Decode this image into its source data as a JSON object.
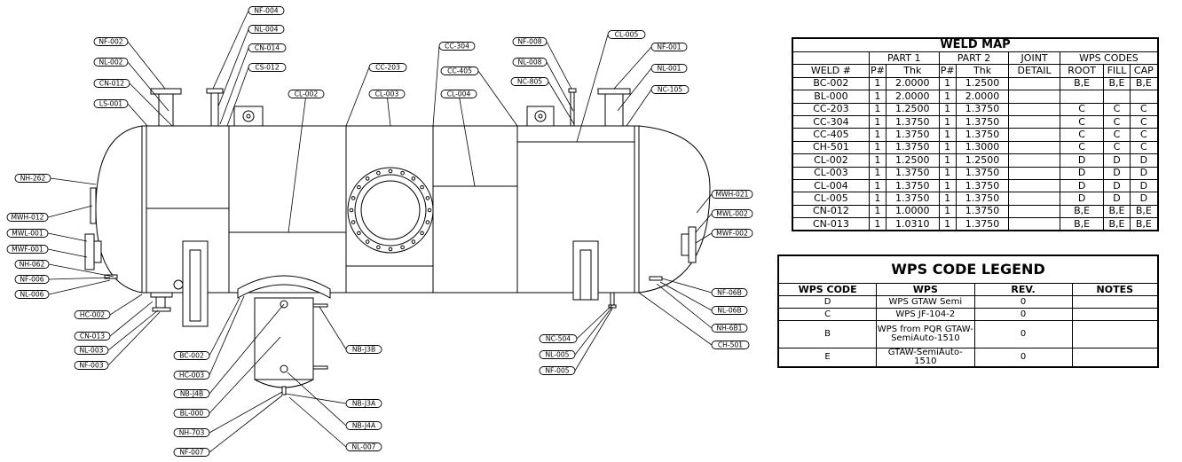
{
  "tags": {
    "nf004": "NF-004",
    "nl004": "NL-004",
    "cn014": "CN-014",
    "cs012": "CS-012",
    "nf002": "NF-002",
    "nl002": "NL-002",
    "cn012": "CN-012",
    "ls001": "LS-001",
    "cc304": "CC-304",
    "cc203": "CC-203",
    "cc405": "CC-405",
    "cl002": "CL-002",
    "cl003": "CL-003",
    "cl004": "CL-004",
    "nf008": "NF-008",
    "nl008": "NL-008",
    "nc805": "NC-805",
    "cl005": "CL-005",
    "nf001": "NF-001",
    "nl001": "NL-001",
    "nc105": "NC-105",
    "nh262": "NH-262",
    "mwh012": "MWH-012",
    "mwl001": "MWL-001",
    "mwf001": "MWF-001",
    "nh062": "NH-062",
    "nf006": "NF-006",
    "nl006": "NL-006",
    "hc002": "HC-002",
    "cn013": "CN-013",
    "nl003": "NL-003",
    "nf003": "NF-003",
    "bc002": "BC-002",
    "hc003": "HC-003",
    "nbj4b": "NB-J4B",
    "bl000": "BL-000",
    "nh703": "NH-703",
    "nf007": "NF-007",
    "nbj3b": "NB-J3B",
    "nbj3a": "NB-J3A",
    "nbj4a": "NB-J4A",
    "nl007": "NL-007",
    "nc504": "NC-504",
    "nl005": "NL-005",
    "nf005": "NF-005",
    "mwh021": "MWH-021",
    "mwl002": "MWL-002",
    "mwf002": "MWF-002",
    "nf06b": "NF-06B",
    "nl06b": "NL-06B",
    "nh6b1": "NH-6B1",
    "ch501": "CH-501"
  },
  "weld_map": {
    "title": "WELD MAP",
    "group_headers": [
      "PART 1",
      "PART 2",
      "JOINT",
      "WPS CODES"
    ],
    "col_headers": [
      "WELD #",
      "P#",
      "Thk",
      "P#",
      "Thk",
      "DETAIL",
      "ROOT",
      "FILL",
      "CAP"
    ],
    "rows": [
      [
        "BC-002",
        "1",
        "2.0000",
        "1",
        "1.2500",
        "",
        "B,E",
        "B,E",
        "B,E"
      ],
      [
        "BL-000",
        "1",
        "2.0000",
        "1",
        "2.0000",
        "",
        "",
        "",
        ""
      ],
      [
        "CC-203",
        "1",
        "1.2500",
        "1",
        "1.3750",
        "",
        "C",
        "C",
        "C"
      ],
      [
        "CC-304",
        "1",
        "1.3750",
        "1",
        "1.3750",
        "",
        "C",
        "C",
        "C"
      ],
      [
        "CC-405",
        "1",
        "1.3750",
        "1",
        "1.3750",
        "",
        "C",
        "C",
        "C"
      ],
      [
        "CH-501",
        "1",
        "1.3750",
        "1",
        "1.3000",
        "",
        "C",
        "C",
        "C"
      ],
      [
        "CL-002",
        "1",
        "1.2500",
        "1",
        "1.2500",
        "",
        "D",
        "D",
        "D"
      ],
      [
        "CL-003",
        "1",
        "1.3750",
        "1",
        "1.3750",
        "",
        "D",
        "D",
        "D"
      ],
      [
        "CL-004",
        "1",
        "1.3750",
        "1",
        "1.3750",
        "",
        "D",
        "D",
        "D"
      ],
      [
        "CL-005",
        "1",
        "1.3750",
        "1",
        "1.3750",
        "",
        "D",
        "D",
        "D"
      ],
      [
        "CN-012",
        "1",
        "1.0000",
        "1",
        "1.3750",
        "",
        "B,E",
        "B,E",
        "B,E"
      ],
      [
        "CN-013",
        "1",
        "1.0310",
        "1",
        "1.3750",
        "",
        "B,E",
        "B,E",
        "B,E"
      ]
    ]
  },
  "wps_legend": {
    "title": "WPS CODE LEGEND",
    "headers": [
      "WPS CODE",
      "WPS",
      "REV.",
      "NOTES"
    ],
    "rows": [
      {
        "code": "D",
        "wps": "WPS GTAW Semi",
        "rev": "0",
        "notes": ""
      },
      {
        "code": "C",
        "wps": "WPS JF-104-2",
        "rev": "0",
        "notes": ""
      },
      {
        "code": "B",
        "wps": "WPS from PQR GTAW-SemiAuto-1510",
        "rev": "0",
        "notes": ""
      },
      {
        "code": "E",
        "wps": "GTAW-SemiAuto-1510",
        "rev": "0",
        "notes": ""
      }
    ]
  }
}
